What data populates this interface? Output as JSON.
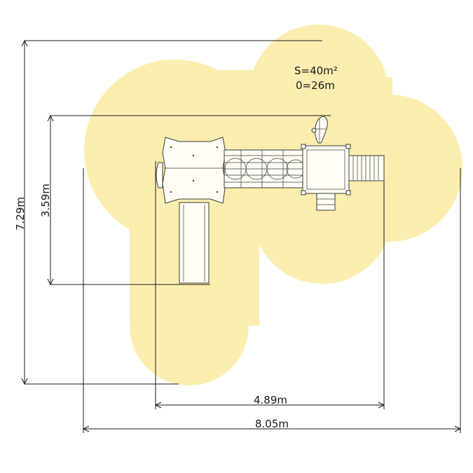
{
  "info": {
    "area_label": "S=40m²",
    "perimeter_label": "0=26m"
  },
  "dimensions": {
    "overall_height": "7.29m",
    "equipment_height": "3.59m",
    "equipment_width": "4.89m",
    "overall_width": "8.05m"
  },
  "colors": {
    "safety_zone_fill": "#fbeeb0",
    "safety_zone_stroke": "#d9c980",
    "line": "#1a1a1a"
  }
}
